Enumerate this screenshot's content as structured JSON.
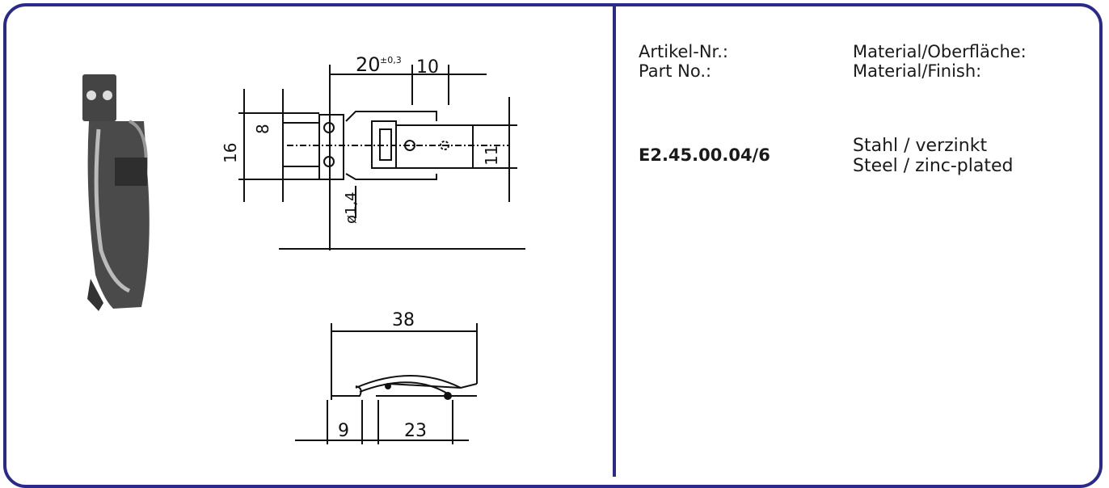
{
  "labels": {
    "article_de": "Artikel-Nr.:",
    "article_en": "Part No.:",
    "material_de": "Material/Oberfläche:",
    "material_en": "Material/Finish:"
  },
  "product": {
    "part_number": "E2.45.00.04/6",
    "material_de": "Stahl / verzinkt",
    "material_en": "Steel / zinc-plated"
  },
  "drawing": {
    "dims": {
      "d20": "20",
      "tol": "±0,3",
      "d10": "10",
      "d8": "8",
      "d16": "16",
      "d11": "11",
      "d14": "ø1,4",
      "d38": "38",
      "d9": "9",
      "d23": "23"
    }
  }
}
